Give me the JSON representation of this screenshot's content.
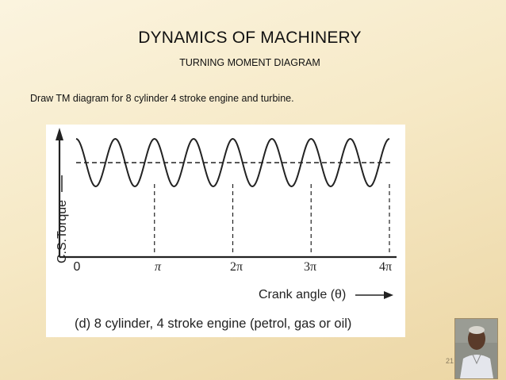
{
  "slide": {
    "title": "DYNAMICS OF MACHINERY",
    "subtitle": "TURNING MOMENT DIAGRAM",
    "instruction": "Draw  TM diagram for 8 cylinder 4 stroke engine and turbine.",
    "page_number": "21"
  },
  "diagram": {
    "y_axis_label": "C.S.Torque",
    "x_axis_label": "Crank angle (θ)",
    "caption": "(d) 8 cylinder, 4 stroke engine (petrol, gas or oil)",
    "x_ticks": [
      "0",
      "π",
      "2π",
      "3π",
      "4π"
    ],
    "cycles": 8,
    "line_color": "#222222"
  },
  "photo": {
    "icon": "person-photo"
  }
}
